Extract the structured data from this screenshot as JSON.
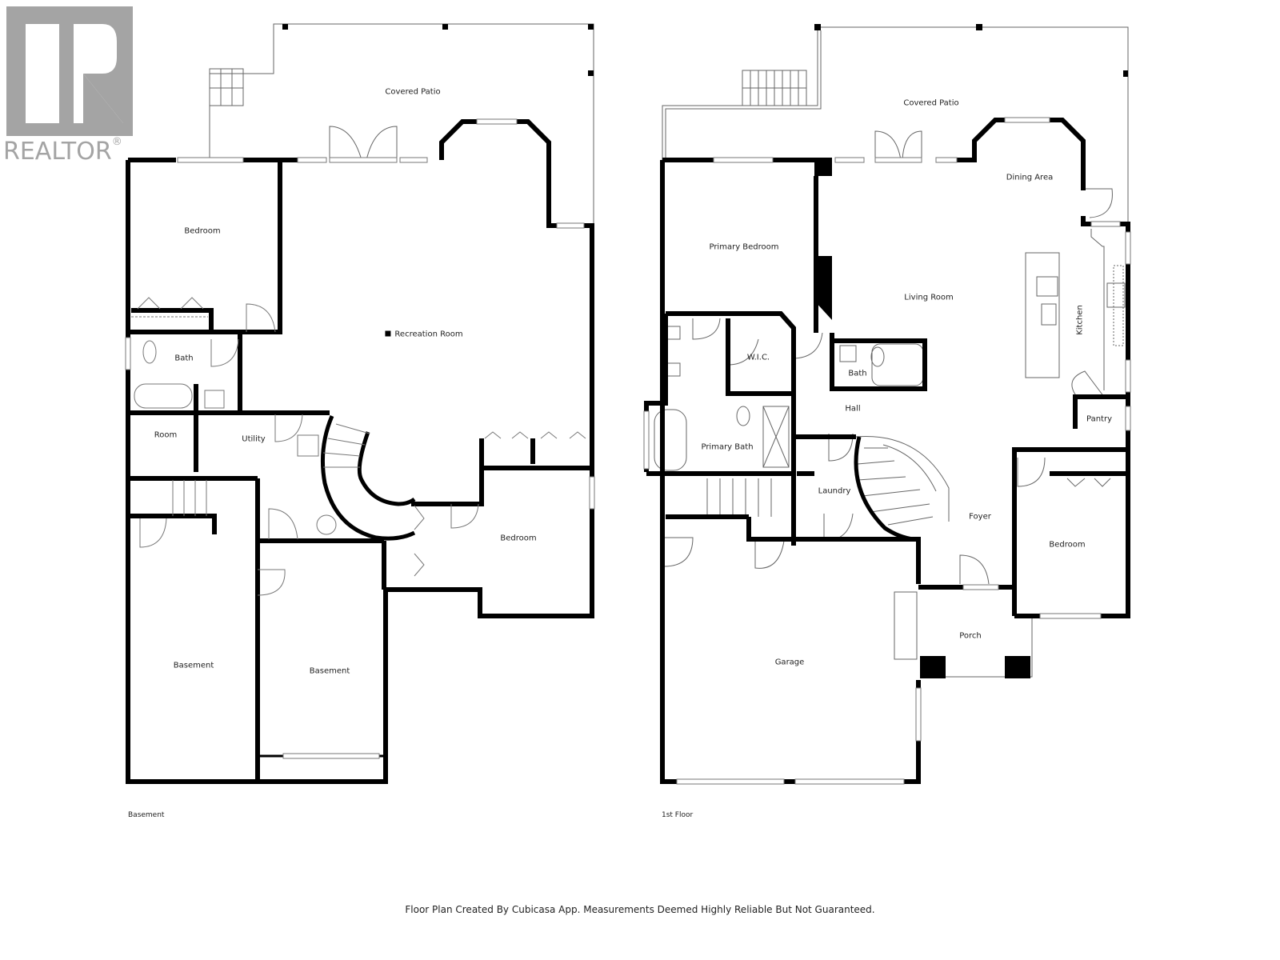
{
  "logo": {
    "brand": "REALTOR",
    "mark": "®",
    "icon": "realtor-r-logo-icon",
    "color": "#a4a4a4"
  },
  "floors": [
    {
      "title": "Basement",
      "rooms": [
        {
          "label": "Covered Patio"
        },
        {
          "label": "Bedroom"
        },
        {
          "label": "Recreation Room"
        },
        {
          "label": "Bath"
        },
        {
          "label": "Room"
        },
        {
          "label": "Utility"
        },
        {
          "label": "Bedroom"
        },
        {
          "label": "Basement"
        },
        {
          "label": "Basement"
        }
      ]
    },
    {
      "title": "1st Floor",
      "rooms": [
        {
          "label": "Covered Patio"
        },
        {
          "label": "Dining Area"
        },
        {
          "label": "Primary Bedroom"
        },
        {
          "label": "Living Room"
        },
        {
          "label": "Kitchen"
        },
        {
          "label": "W.I.C."
        },
        {
          "label": "Bath"
        },
        {
          "label": "Hall"
        },
        {
          "label": "Pantry"
        },
        {
          "label": "Primary Bath"
        },
        {
          "label": "Laundry"
        },
        {
          "label": "Foyer"
        },
        {
          "label": "Bedroom"
        },
        {
          "label": "Porch"
        },
        {
          "label": "Garage"
        }
      ]
    }
  ],
  "footer": {
    "disclaimer": "Floor Plan Created By Cubicasa App. Measurements Deemed Highly Reliable But Not Guaranteed."
  },
  "colors": {
    "wall": "#000000",
    "thin_line": "#555555",
    "background": "#ffffff"
  }
}
